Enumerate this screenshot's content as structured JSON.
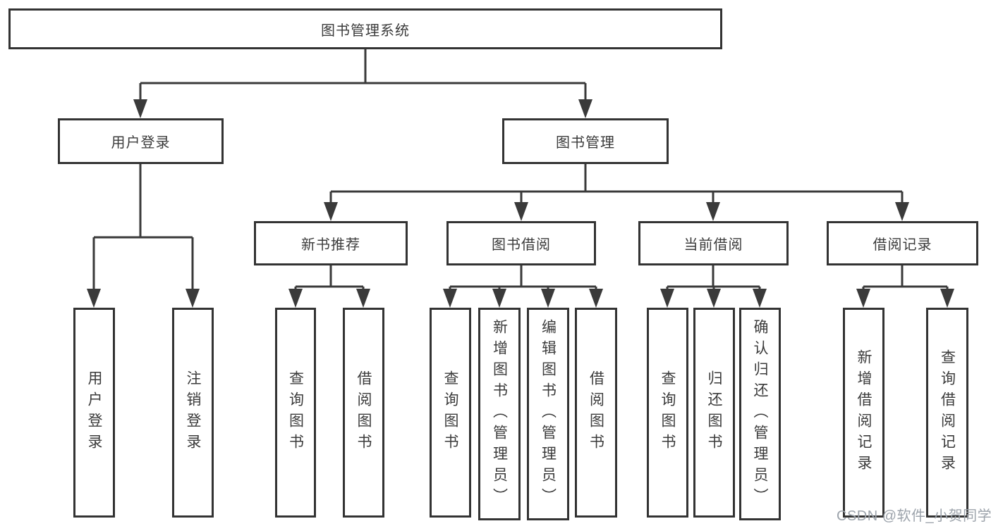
{
  "tree": {
    "label": "图书管理系统",
    "children": [
      {
        "label": "用户登录",
        "children": [
          {
            "label": "用户登录"
          },
          {
            "label": "注销登录"
          }
        ]
      },
      {
        "label": "图书管理",
        "children": [
          {
            "label": "新书推荐",
            "children": [
              {
                "label": "查询图书"
              },
              {
                "label": "借阅图书"
              }
            ]
          },
          {
            "label": "图书借阅",
            "children": [
              {
                "label": "查询图书"
              },
              {
                "label": "新增图书（管理员）"
              },
              {
                "label": "编辑图书（管理员）"
              },
              {
                "label": "借阅图书"
              }
            ]
          },
          {
            "label": "当前借阅",
            "children": [
              {
                "label": "查询图书"
              },
              {
                "label": "归还图书"
              },
              {
                "label": "确认归还（管理员）"
              }
            ]
          },
          {
            "label": "借阅记录",
            "children": [
              {
                "label": "新增借阅记录"
              },
              {
                "label": "查询借阅记录"
              }
            ]
          }
        ]
      }
    ]
  },
  "watermark": {
    "text": "CSDN @软件_小贺同学"
  },
  "colors": {
    "line": "#3a3a3a",
    "border": "#333333",
    "text": "#3b3b3b",
    "watermark": "#9ca3ab",
    "background": "#ffffff"
  }
}
